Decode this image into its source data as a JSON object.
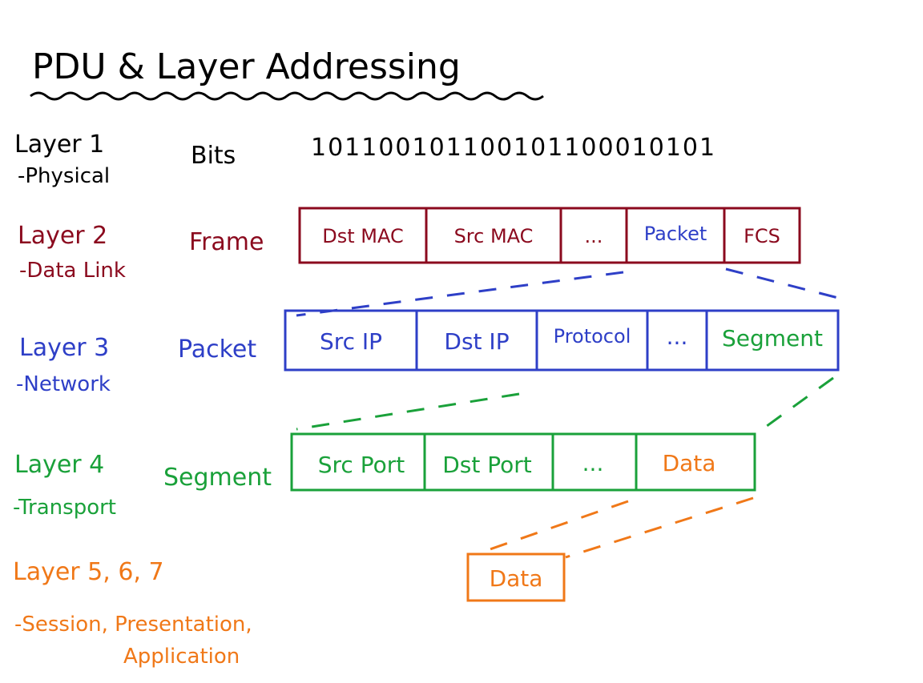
{
  "title": "PDU & Layer Addressing",
  "colors": {
    "layer1": "#000000",
    "layer2": "#8b0a1e",
    "layer3": "#2e3fc7",
    "layer4": "#1aa13a",
    "layer567": "#f07818"
  },
  "layers": [
    {
      "name": "Layer 1",
      "sub": "-Physical",
      "pdu": "Bits",
      "bits": "101100101100101100010101"
    },
    {
      "name": "Layer 2",
      "sub": "-Data Link",
      "pdu": "Frame",
      "fields": [
        "Dst MAC",
        "Src MAC",
        "...",
        "Packet",
        "FCS"
      ]
    },
    {
      "name": "Layer 3",
      "sub": "-Network",
      "pdu": "Packet",
      "fields": [
        "Src IP",
        "Dst IP",
        "Protocol",
        "...",
        "Segment"
      ]
    },
    {
      "name": "Layer 4",
      "sub": "-Transport",
      "pdu": "Segment",
      "fields": [
        "Src Port",
        "Dst Port",
        "...",
        "Data"
      ]
    },
    {
      "name": "Layer 5, 6, 7",
      "sub1": "-Session, Presentation,",
      "sub2": "Application",
      "data_box": "Data"
    }
  ]
}
